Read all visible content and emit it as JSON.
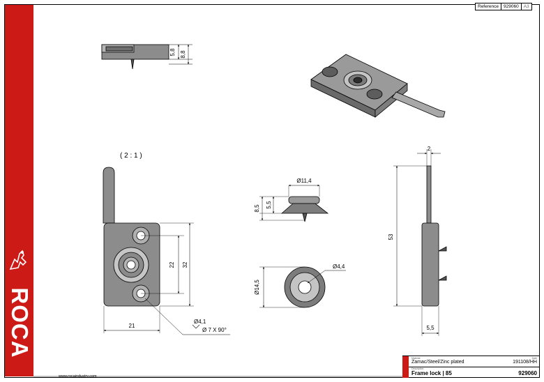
{
  "reference": {
    "label": "Reference",
    "number": "929060",
    "sheet": "A3"
  },
  "brand": {
    "name": "ROCA",
    "website": "www.rocaindustry.com"
  },
  "scale_note": "( 2 : 1 )",
  "dimensions": {
    "top_view_height": "5,8",
    "top_view_total": "8,8",
    "thickness": "2",
    "side_height": "53",
    "side_width": "5,5",
    "plate_inner": "22",
    "plate_outer": "32",
    "plate_width": "21",
    "hole_dia": "Ø4,1",
    "countersink": "Ø 7 X 90°",
    "rivet_head_dia": "Ø11,4",
    "rivet_h1": "8,5",
    "rivet_h2": "5,5",
    "rivet_bottom_dia": "Ø14,5",
    "rivet_hole": "Ø4,4"
  },
  "title_block": {
    "material_label": "Material",
    "material": "Zamac/Steel/Zinc plated",
    "date_label": "Date",
    "date_code": "191108/HH",
    "description_label": "Description",
    "description": "Frame lock | 85",
    "part_number": "929060"
  }
}
